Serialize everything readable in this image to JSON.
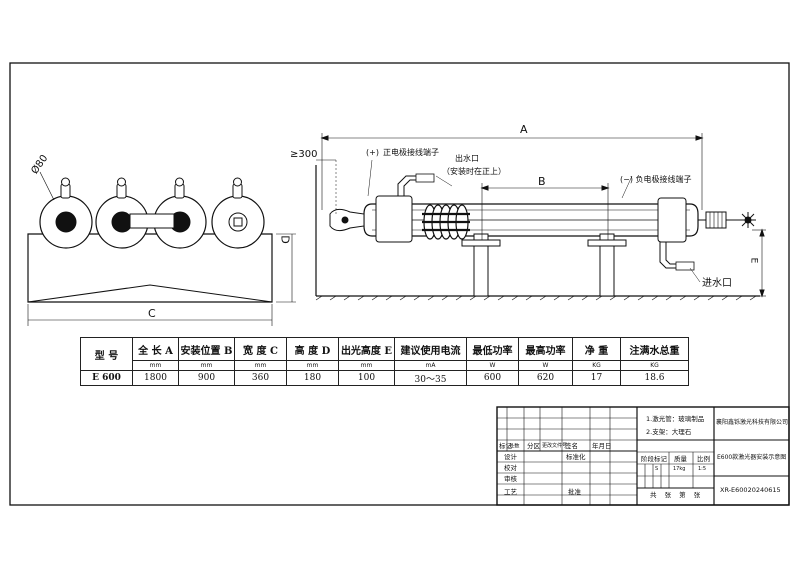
{
  "left_view": {
    "diameter_label": "Ø80",
    "dim_c": "C",
    "dim_d": "D"
  },
  "right_view": {
    "dim_a": "A",
    "dim_b": "B",
    "dim_e": "E",
    "min_300": "≥300",
    "pos_terminal_sign": "(+)",
    "pos_terminal": "正电极接线端子",
    "water_outlet": "出水口",
    "water_outlet_note": "（安装时在正上）",
    "neg_terminal": "(−) 负电极接线端子",
    "water_inlet": "进水口"
  },
  "spec_table": {
    "headers": [
      "型 号",
      "全 长 A",
      "安装位置 B",
      "宽 度 C",
      "高 度 D",
      "出光高度 E",
      "建议使用电流",
      "最低功率",
      "最高功率",
      "净 重",
      "注满水总重"
    ],
    "units": [
      "mm",
      "mm",
      "mm",
      "mm",
      "mm",
      "mA",
      "W",
      "W",
      "KG",
      "KG"
    ],
    "row": [
      "E 600",
      "1800",
      "900",
      "360",
      "180",
      "100",
      "30～35",
      "600",
      "620",
      "17",
      "18.6"
    ]
  },
  "title_block": {
    "notes": [
      "1.激光管：玻璃制品",
      "2.支架：大理石"
    ],
    "company": "襄阳鑫铄激光科技有限公司",
    "drawing_name": "E600款激光器安装示意图",
    "drawing_no": "XR-E60020240615",
    "rev_headers": [
      "标记",
      "处数",
      "分区",
      "更改文件号",
      "签名",
      "年月日"
    ],
    "roles": [
      "设计",
      "校对",
      "审核",
      "工艺"
    ],
    "role_extra": [
      "标准化",
      "批准"
    ],
    "stage_label": "阶段标记",
    "weight_label": "质量",
    "scale_label": "比例",
    "weight_value": "17kg",
    "scale_value": "1:5",
    "stage_value": "S",
    "sheet_count": "共  张  第  张"
  }
}
